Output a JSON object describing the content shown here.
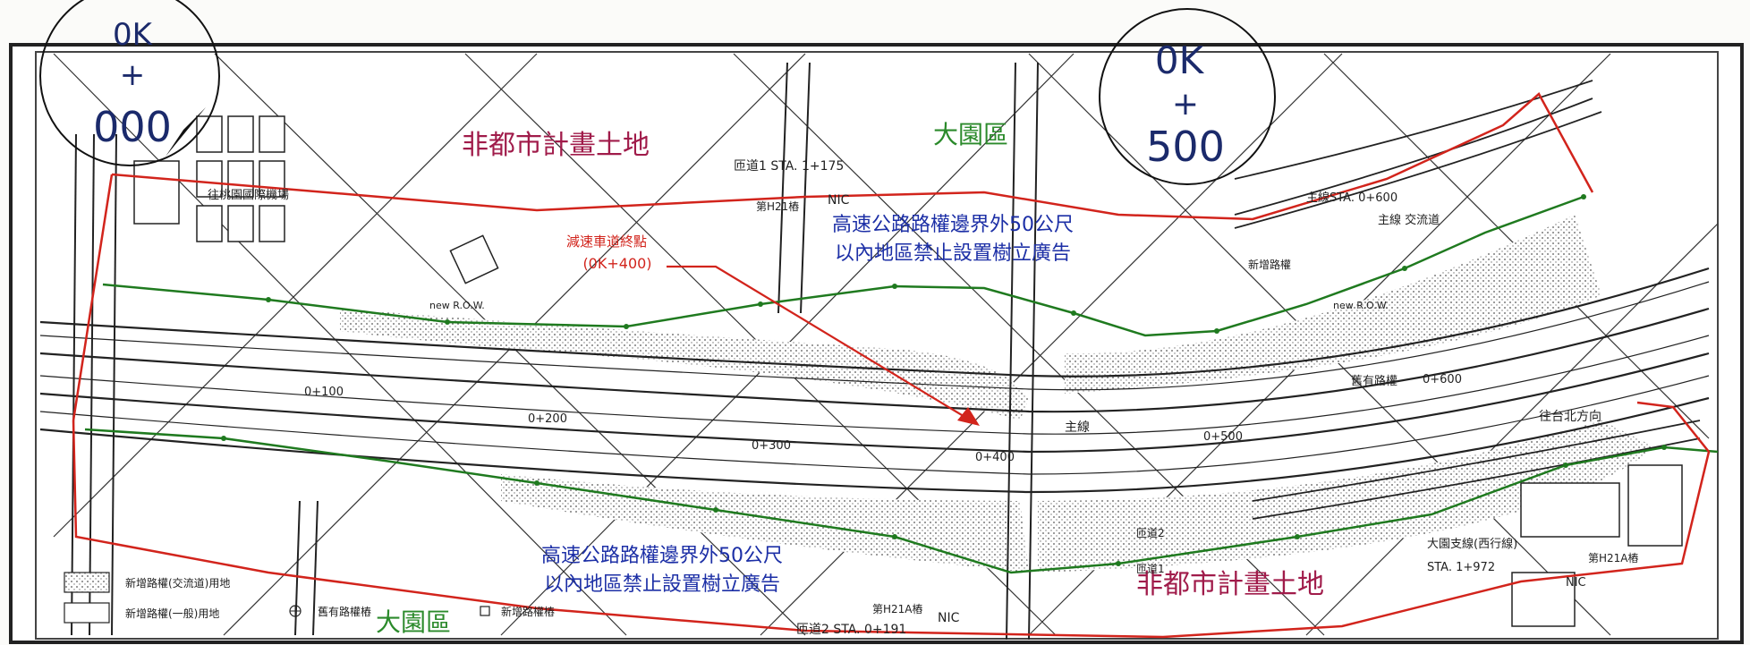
{
  "markers": {
    "start": {
      "line1": "0K",
      "line2": "+",
      "line3": "000"
    },
    "mid": {
      "line1": "0K",
      "line2": "+",
      "line3": "500"
    }
  },
  "land_labels": {
    "non_urban_top": "非都市計畫土地",
    "non_urban_bottom": "非都市計畫土地",
    "district_top": "大園區",
    "district_bottom": "大園區"
  },
  "notices": {
    "top_line1": "高速公路路權邊界外50公尺",
    "top_line2": "以內地區禁止設置樹立廣告",
    "bottom_line1": "高速公路路權邊界外50公尺",
    "bottom_line2": "以內地區禁止設置樹立廣告"
  },
  "callout": {
    "line1": "減速車道終點",
    "line2": "(0K+400)"
  },
  "stations": [
    "0+100",
    "0+200",
    "0+300",
    "0+400",
    "0+500",
    "0+600"
  ],
  "ramps": {
    "ramp1": "匝道1 STA. 1+175",
    "ramp2": "匝道2 STA. 0+191",
    "ramp1_short": "匝道1",
    "ramp2_short": "匝道2",
    "mainline_sta": "主線STA. 0+600",
    "branch": "大園支線(西行線)",
    "branch_sta": "STA. 1+972",
    "nic_top": "NIC",
    "nic_bottom": "NIC",
    "nic_branch": "NIC",
    "pile_top": "第H21樁",
    "pile_bottom": "第H21A樁",
    "pile_right": "第H21A樁"
  },
  "road_labels": {
    "existing_row": "舊有路權",
    "new_row": "new R.O.W.",
    "main_line": "主線",
    "direction_main": "主線 交流道",
    "to_taipei": "往台北方向",
    "new_road": "新增路權",
    "airport": "往桃園國際機場"
  },
  "legend": {
    "item1": "新增路權(交流道)用地",
    "item2": "新增路權(一般)用地",
    "item3": "舊有路權樁",
    "item4": "新增路權樁"
  },
  "colors": {
    "boundary": "#d2241c",
    "green_line": "#1f7a1f",
    "notice": "#1c2fa6",
    "magenta": "#a01b4a",
    "district": "#2b8a2b",
    "marker": "#1b2a6b"
  }
}
